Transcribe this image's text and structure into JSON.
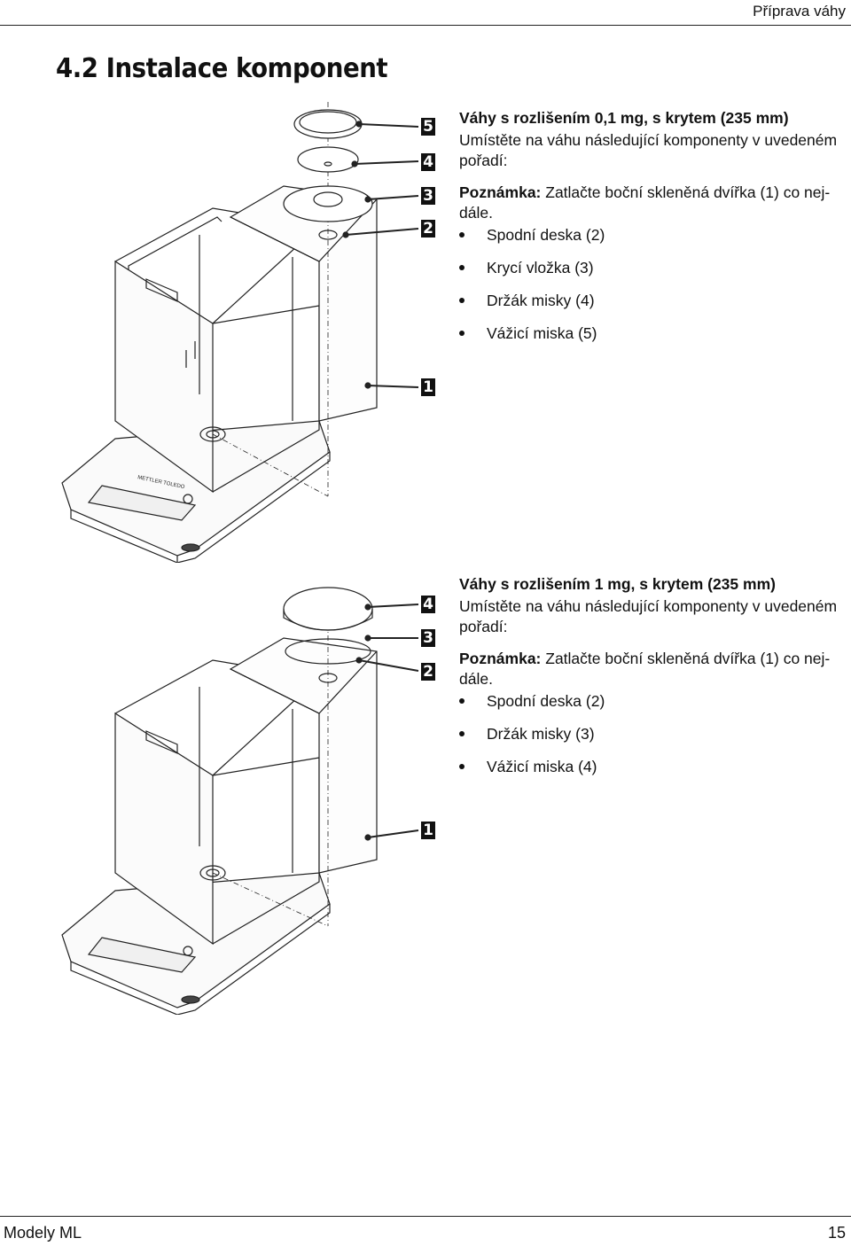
{
  "header": {
    "title": "Příprava váhy"
  },
  "section_title": "4.2 Instalace komponent",
  "block1": {
    "title": "Váhy s rozlišením 0,1 mg, s krytem (235 mm)",
    "intro": "Umístěte na váhu následující komponenty v uvedeném pořadí:",
    "note_label": "Poznámka:",
    "note_text": " Zatlačte boční skleněná dvířka (1) co nej-dále.",
    "items": [
      "Spodní deska (2)",
      "Krycí vložka (3)",
      "Držák misky (4)",
      "Vážicí miska (5)"
    ],
    "callouts": [
      "5",
      "4",
      "3",
      "2",
      "1"
    ]
  },
  "block2": {
    "title": "Váhy s rozlišením 1 mg, s krytem (235 mm)",
    "intro": "Umístěte na váhu následující komponenty v uvedeném pořadí:",
    "note_label": "Poznámka:",
    "note_text": " Zatlačte boční skleněná dvířka (1) co nej-dále.",
    "items": [
      "Spodní deska (2)",
      "Držák misky (3)",
      "Vážicí miska (4)"
    ],
    "callouts": [
      "4",
      "3",
      "2",
      "1"
    ]
  },
  "figure": {
    "brand": "METTLER TOLEDO"
  },
  "footer": {
    "left": "Modely ML",
    "right": "15"
  }
}
